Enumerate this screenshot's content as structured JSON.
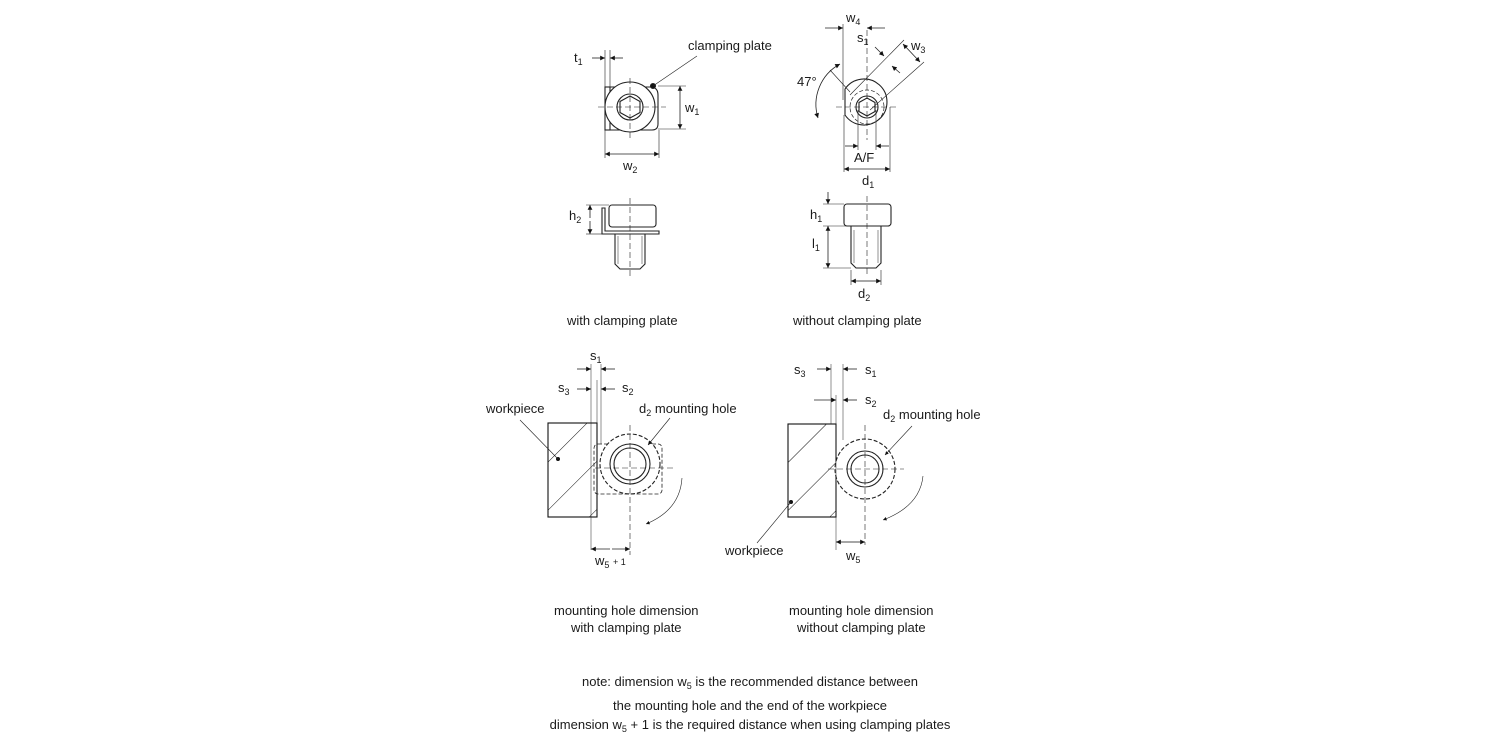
{
  "views": {
    "top_with_plate": {
      "callout": "clamping plate",
      "dims": {
        "t": "t",
        "t_sub": "1",
        "w1": "w",
        "w1_sub": "1",
        "w2": "w",
        "w2_sub": "2"
      }
    },
    "top_without_plate": {
      "angle": "47°",
      "dims": {
        "w4": "w",
        "w4_sub": "4",
        "s1": "s",
        "s1_sub": "1",
        "w3": "w",
        "w3_sub": "3",
        "af": "A/F",
        "d1": "d",
        "d1_sub": "1"
      }
    },
    "side_with_plate": {
      "dims": {
        "h2": "h",
        "h2_sub": "2"
      },
      "caption": "with clamping plate"
    },
    "side_without_plate": {
      "dims": {
        "h1": "h",
        "h1_sub": "1",
        "l1": "l",
        "l1_sub": "1",
        "d2": "d",
        "d2_sub": "2"
      },
      "caption": "without clamping plate"
    },
    "mount_with_plate": {
      "dims": {
        "s1": "s",
        "s1_sub": "1",
        "s3": "s",
        "s3_sub": "3",
        "s2": "s",
        "s2_sub": "2",
        "w5": "w",
        "w5_sub": "5",
        "w5_suffix": "+ 1"
      },
      "workpiece": "workpiece",
      "hole_prefix": "d",
      "hole_sub": "2",
      "hole_label": "mounting hole",
      "caption_line1": "mounting hole dimension",
      "caption_line2": "with clamping plate"
    },
    "mount_without_plate": {
      "dims": {
        "s3": "s",
        "s3_sub": "3",
        "s1": "s",
        "s1_sub": "1",
        "s2": "s",
        "s2_sub": "2",
        "w5": "w",
        "w5_sub": "5"
      },
      "workpiece": "workpiece",
      "hole_prefix": "d",
      "hole_sub": "2",
      "hole_label": "mounting hole",
      "caption_line1": "mounting hole dimension",
      "caption_line2": "without clamping plate"
    }
  },
  "note": {
    "line1_a": "note: dimension w",
    "line1_sub": "5",
    "line1_b": " is the recommended distance between",
    "line2": "the mounting hole and the end of the workpiece",
    "line3_a": "dimension w",
    "line3_sub": "5",
    "line3_b": " + 1 is the required distance when using clamping plates"
  }
}
